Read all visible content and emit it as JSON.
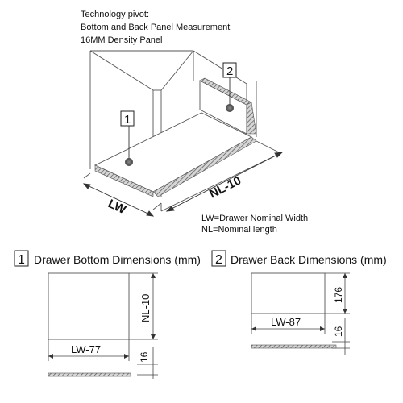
{
  "header": {
    "line1": "Technology pivot:",
    "line2": "Bottom and Back Panel Measurement",
    "line3": "16MM Density Panel"
  },
  "drawing": {
    "marker1": "1",
    "marker2": "2",
    "dim_width": "LW",
    "dim_length": "NL-10",
    "legend_line1": "LW=Drawer Nominal Width",
    "legend_line2": "NL=Nominal length"
  },
  "bottom_panel": {
    "number": "1",
    "title": "Drawer Bottom Dimensions (mm)",
    "height_label": "NL-10",
    "width_label": "LW-77",
    "thickness_label": "16"
  },
  "back_panel": {
    "number": "2",
    "title": "Drawer Back Dimensions (mm)",
    "height_label": "176",
    "width_label": "LW-87",
    "thickness_label": "16"
  },
  "colors": {
    "line": "#333333",
    "light_line": "#9a9a9a",
    "edge_hatch": "#777777",
    "marker_dot": "#555555"
  }
}
